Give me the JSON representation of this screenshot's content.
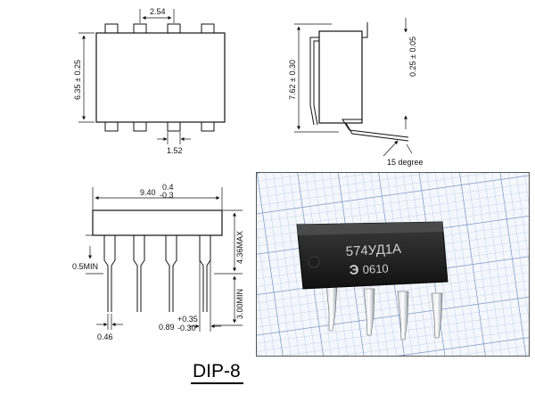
{
  "top_view": {
    "pitch": "2.54",
    "body_width": "6.35 ± 0.25",
    "pin_width": "1.52"
  },
  "side_view": {
    "row_spacing": "7.62 ± 0.30",
    "lead_thickness": "0.25 ± 0.05",
    "lead_angle": "15 degree"
  },
  "front_view": {
    "length": "9.40",
    "length_tol_plus": "0.4",
    "length_tol_minus": "-0.3",
    "standoff": "0.5MIN",
    "seated_height": "4.36MAX",
    "lead_length": "3.00MIN",
    "lead_width": "0.46",
    "shoulder_width": "0.89",
    "shoulder_tol_plus": "+0.35",
    "shoulder_tol_minus": "-0.30"
  },
  "photo": {
    "marking_line1": "574УД1А",
    "marking_line2": "0610",
    "logo": "Э"
  },
  "package_name": "DIP-8"
}
